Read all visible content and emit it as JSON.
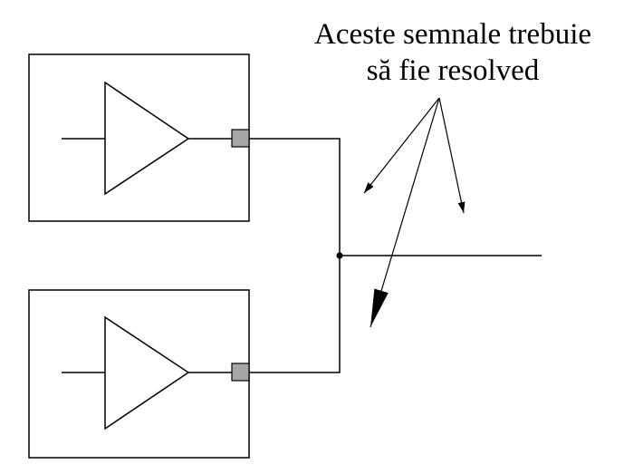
{
  "annotation": {
    "line1": "Aceste semnale trebuie",
    "line2": "să fie resolved"
  },
  "colors": {
    "stroke": "#000000",
    "output_pad": "#a6a6a6",
    "background": "#ffffff"
  },
  "drivers": [
    {
      "name": "driver-top"
    },
    {
      "name": "driver-bottom"
    }
  ]
}
